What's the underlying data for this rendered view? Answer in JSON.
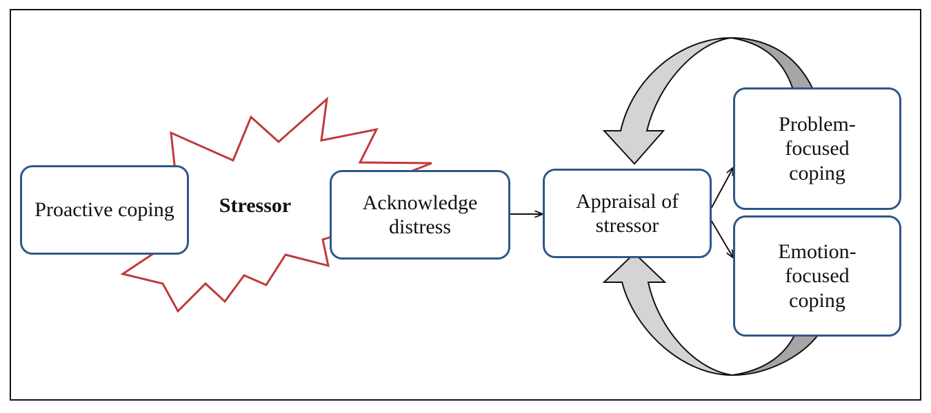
{
  "diagram": {
    "nodes": {
      "proactive": "Proactive coping",
      "stressor": "Stressor",
      "acknowledge": "Acknowledge distress",
      "appraisal": "Appraisal of stressor",
      "problem": "Problem-focused coping",
      "emotion": "Emotion-focused coping"
    },
    "edges": [
      {
        "from": "acknowledge",
        "to": "appraisal"
      },
      {
        "from": "appraisal",
        "to": "problem"
      },
      {
        "from": "appraisal",
        "to": "emotion"
      },
      {
        "from": "problem",
        "to": "appraisal"
      },
      {
        "from": "emotion",
        "to": "appraisal"
      }
    ],
    "colors": {
      "box_border": "#2f5689",
      "burst_outline": "#c0393b",
      "loop_arrow_fill": "#d4d4d4",
      "loop_arrow_shade": "#a6a6a6"
    }
  }
}
